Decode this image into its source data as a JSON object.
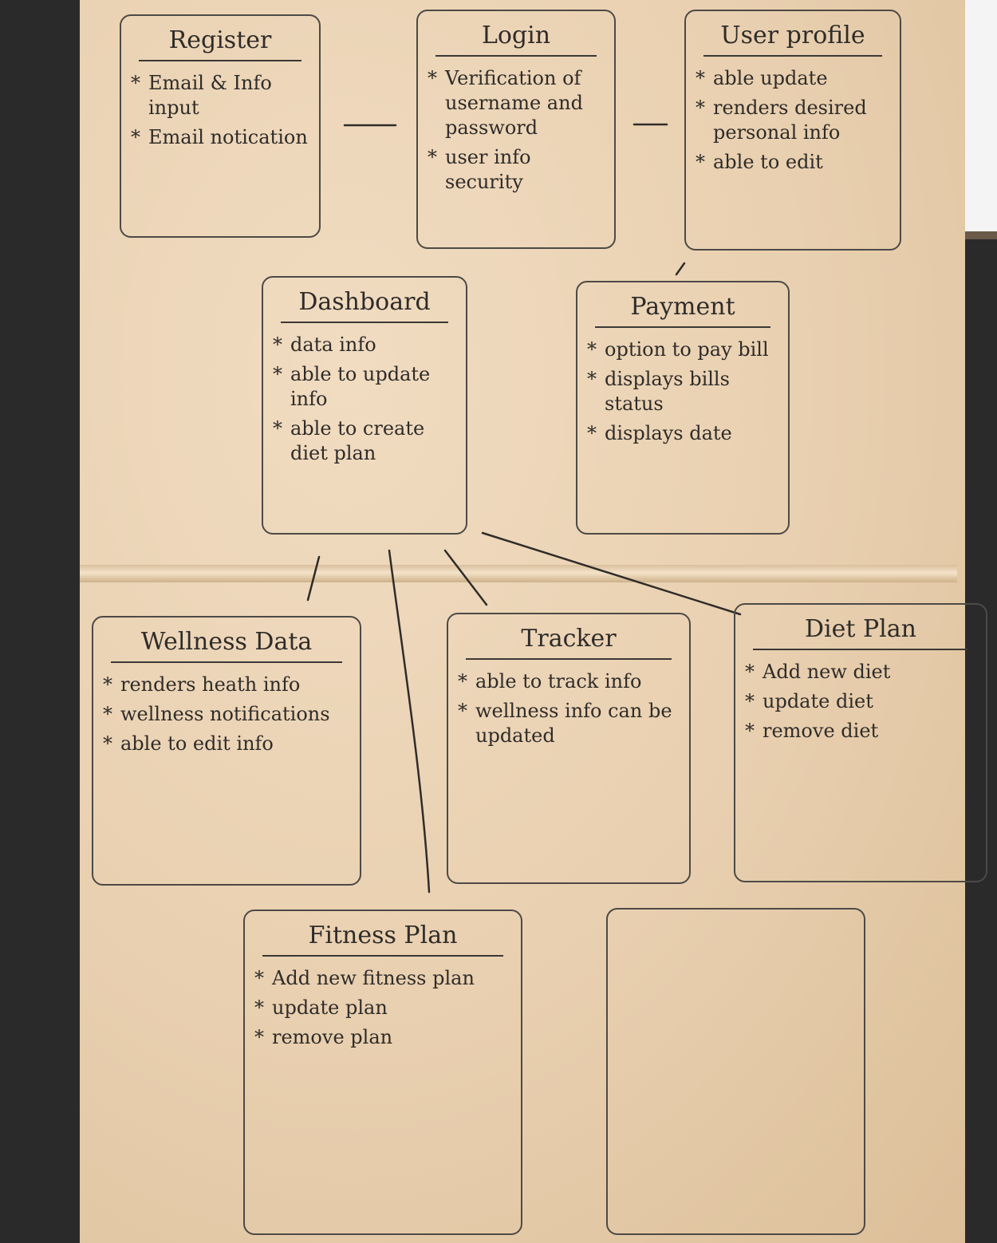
{
  "cards": {
    "register": {
      "title": "Register",
      "items": [
        "Email & Info input",
        "Email notication"
      ]
    },
    "login": {
      "title": "Login",
      "items": [
        "Verification of username and password",
        "user info security"
      ]
    },
    "user_profile": {
      "title": "User profile",
      "items": [
        "able update",
        "renders desired personal info",
        "able to edit"
      ]
    },
    "dashboard": {
      "title": "Dashboard",
      "items": [
        "data info",
        "able to update info",
        "able to create diet plan"
      ]
    },
    "payment": {
      "title": "Payment",
      "items": [
        "option to pay bill",
        "displays bills status",
        "displays date"
      ]
    },
    "wellness_data": {
      "title": "Wellness Data",
      "items": [
        "renders heath info",
        "wellness notifications",
        "able to edit info"
      ]
    },
    "tracker": {
      "title": "Tracker",
      "items": [
        "able to track info",
        "wellness info can be updated"
      ]
    },
    "diet_plan": {
      "title": "Diet Plan",
      "items": [
        "Add new diet",
        "update diet",
        "remove diet"
      ]
    },
    "fitness_plan": {
      "title": "Fitness Plan",
      "items": [
        "Add new fitness plan",
        "update plan",
        "remove plan"
      ]
    }
  },
  "colors": {
    "paper": "#e8cfaf",
    "ink": "#3b3835"
  }
}
